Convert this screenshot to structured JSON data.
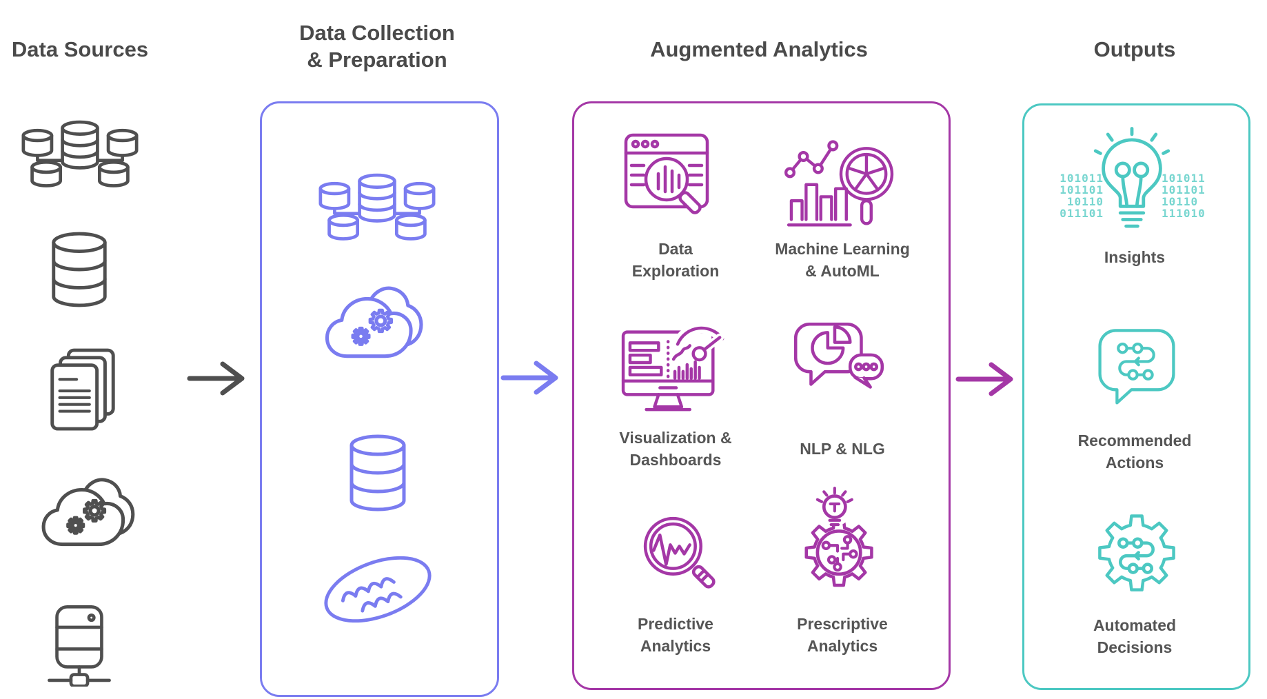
{
  "colors": {
    "icon_gray": "#4f4f4f",
    "heading_gray": "#4a4a4a",
    "label_gray": "#555555",
    "collection_blue": "#7a7cf0",
    "analytics_magenta": "#a437a6",
    "outputs_teal": "#4cc8c2",
    "binary_teal": "#78d6d0"
  },
  "data_sources": {
    "title": "Data Sources",
    "icons": [
      "database-network-icon",
      "database-icon",
      "documents-icon",
      "cloud-processing-icon",
      "server-icon"
    ]
  },
  "data_collection": {
    "title": "Data Collection\n& Preparation",
    "icons": [
      "database-network-icon",
      "cloud-processing-icon",
      "database-icon",
      "data-lake-icon"
    ]
  },
  "augmented": {
    "title": "Augmented Analytics",
    "items": [
      {
        "icon": "data-exploration-icon",
        "label": "Data\nExploration"
      },
      {
        "icon": "machine-learning-automl-icon",
        "label": "Machine Learning\n& AutoML"
      },
      {
        "icon": "visualization-dashboards-icon",
        "label": "Visualization &\nDashboards"
      },
      {
        "icon": "nlp-nlg-icon",
        "label": "NLP & NLG"
      },
      {
        "icon": "predictive-analytics-icon",
        "label": "Predictive\nAnalytics"
      },
      {
        "icon": "prescriptive-analytics-icon",
        "label": "Prescriptive\nAnalytics"
      }
    ]
  },
  "outputs": {
    "title": "Outputs",
    "items": [
      {
        "icon": "insights-lightbulb-icon",
        "label": "Insights",
        "binary_left": "101011\n101101\n10110\n011101",
        "binary_right": "101011\n101101\n10110\n111010"
      },
      {
        "icon": "recommended-actions-icon",
        "label": "Recommended\nActions"
      },
      {
        "icon": "automated-decisions-icon",
        "label": "Automated\nDecisions"
      }
    ]
  }
}
